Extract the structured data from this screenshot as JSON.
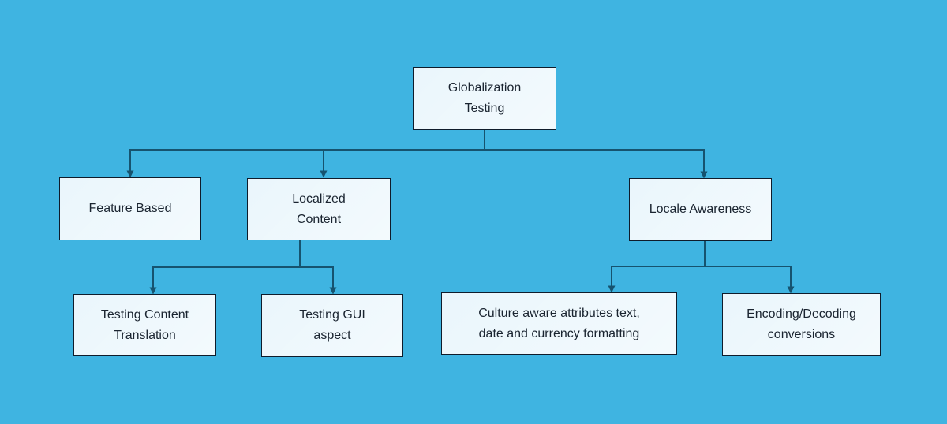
{
  "diagram": {
    "title": "Globalization Testing",
    "colors": {
      "background": "#3FB4E1",
      "node_fill": "#EAF6FC",
      "node_border": "#0F1C2B",
      "connector": "#16536F",
      "text": "#1A2430"
    },
    "nodes": {
      "root": {
        "label": "Globalization\nTesting"
      },
      "feature_based": {
        "label": "Feature Based"
      },
      "localized_content": {
        "label": "Localized\nContent"
      },
      "locale_awareness": {
        "label": "Locale Awareness"
      },
      "testing_content_translation": {
        "label": "Testing Content\nTranslation"
      },
      "testing_gui_aspect": {
        "label": "Testing GUI\naspect"
      },
      "culture_aware": {
        "label": "Culture aware attributes text,\ndate and currency formatting"
      },
      "encoding_decoding": {
        "label": "Encoding/Decoding\nconversions"
      }
    },
    "edges": [
      {
        "from": "Globalization Testing",
        "to": "Feature Based"
      },
      {
        "from": "Globalization Testing",
        "to": "Localized Content"
      },
      {
        "from": "Globalization Testing",
        "to": "Locale Awareness"
      },
      {
        "from": "Localized Content",
        "to": "Testing Content Translation"
      },
      {
        "from": "Localized Content",
        "to": "Testing GUI aspect"
      },
      {
        "from": "Locale Awareness",
        "to": "Culture aware attributes text, date and currency formatting"
      },
      {
        "from": "Locale Awareness",
        "to": "Encoding/Decoding conversions"
      }
    ]
  }
}
